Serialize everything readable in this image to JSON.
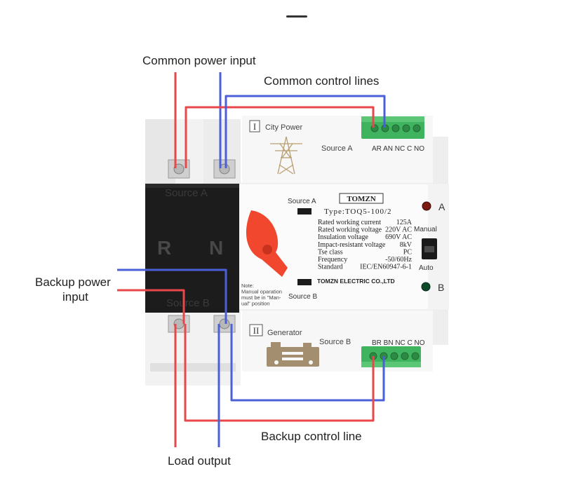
{
  "callouts": {
    "common_power_input": "Common power input",
    "common_control_lines": "Common control lines",
    "backup_power_input_line1": "Backup power",
    "backup_power_input_line2": "input",
    "backup_control_line": "Backup control line",
    "load_output": "Load output"
  },
  "top_module": {
    "roman": "I",
    "title": "City Power",
    "source": "Source A",
    "terminals": "AR AN NC C NO"
  },
  "bottom_module": {
    "roman": "II",
    "title": "Generator",
    "source": "Source B",
    "terminals": "BR BN NC C NO"
  },
  "black_block": {
    "source_a": "Source A",
    "source_b": "Source B",
    "r": "R",
    "n": "N"
  },
  "main_panel": {
    "source_a": "Source A",
    "source_b": "Source B",
    "brand": "TOMZN",
    "type": "Type:TOQ5-100/2",
    "specs": [
      {
        "label": "Rated working current",
        "value": "125A"
      },
      {
        "label": "Rated working voltage",
        "value": "220V AC"
      },
      {
        "label": "Insulation voltage",
        "value": "690V AC"
      },
      {
        "label": "Impact-resistant voltage",
        "value": "8kV"
      },
      {
        "label": "Tse class",
        "value": "PC"
      },
      {
        "label": "Frequency",
        "value": "-50/60Hz"
      },
      {
        "label": "Standard",
        "value": "IEC/EN60947-6-1"
      }
    ],
    "company": "TOMZN ELECTRIC CO.,LTD",
    "note_lines": [
      "Note:",
      "Manual oparation",
      "must be in \"Man-",
      "ual\" position"
    ],
    "indicator_a": "A",
    "indicator_b": "B",
    "manual": "Manual",
    "auto": "Auto"
  },
  "colors": {
    "red_wire": "#e8474b",
    "blue_wire": "#4a5fd8",
    "terminal_green": "#3fb35e",
    "handle_red": "#f0472e",
    "black_block": "#1c1c1c"
  }
}
